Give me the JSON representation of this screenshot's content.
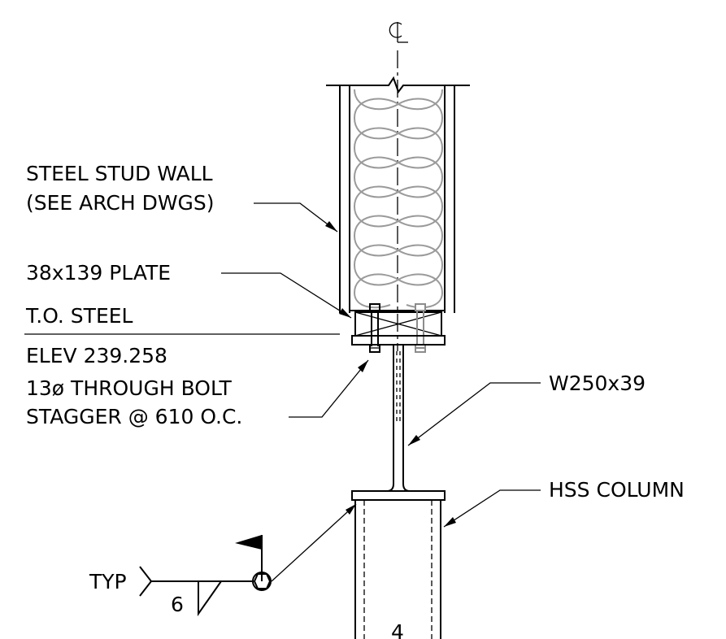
{
  "labels": {
    "centerline": "CL",
    "stud_wall_line1": "STEEL STUD WALL",
    "stud_wall_line2": "(SEE ARCH DWGS)",
    "plate": "38x139 PLATE",
    "top_of_steel": "T.O. STEEL",
    "elevation": "ELEV 239.258",
    "bolt_line1": "13ø THROUGH BOLT",
    "bolt_line2": "STAGGER @ 610 O.C.",
    "beam": "W250x39",
    "column": "HSS COLUMN",
    "weld_typ": "TYP",
    "weld_size": "6",
    "column_mark": "4"
  },
  "colors": {
    "linework": "#000000",
    "insulation": "#9a9a9a",
    "hidden_bolt": "#8c8c8c"
  },
  "symbols": [
    "centerline-symbol",
    "field-weld-flag",
    "all-around-weld-circle",
    "fillet-weld-triangle",
    "batt-insulation"
  ]
}
